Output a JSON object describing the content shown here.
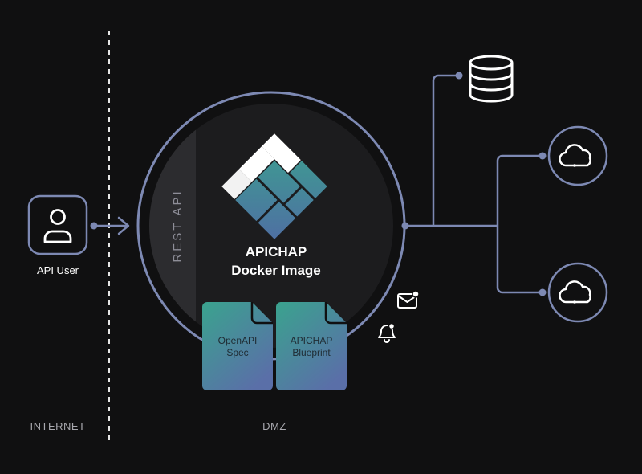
{
  "user": {
    "label": "API User",
    "icon": "user-icon"
  },
  "core": {
    "title_line1": "APICHAP",
    "title_line2": "Docker Image",
    "rest_label": "REST API"
  },
  "documents": [
    {
      "line1": "OpenAPI",
      "line2": "Spec"
    },
    {
      "line1": "APICHAP",
      "line2": "Blueprint"
    }
  ],
  "zones": {
    "internet": "INTERNET",
    "dmz": "DMZ"
  },
  "targets": [
    {
      "icon": "database-icon"
    },
    {
      "icon": "cloud-icon"
    },
    {
      "icon": "cloud-icon"
    }
  ],
  "notifications": [
    {
      "icon": "mail-icon"
    },
    {
      "icon": "bell-icon"
    }
  ],
  "colors": {
    "background": "#101011",
    "line": "#7d89b3",
    "core_fill": "#1c1c1e",
    "doc_gradient_top": "#3aa38e",
    "doc_gradient_bottom": "#5a6fa8"
  }
}
